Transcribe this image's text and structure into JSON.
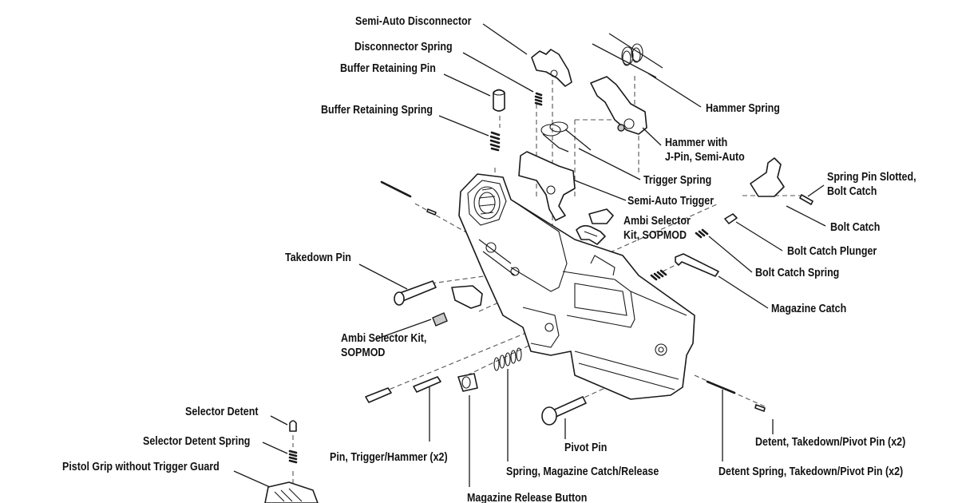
{
  "labels": {
    "semi_auto_disconnector": "Semi-Auto Disconnector",
    "disconnector_spring": "Disconnector Spring",
    "buffer_retaining_pin": "Buffer Retaining Pin",
    "buffer_retaining_spring": "Buffer Retaining Spring",
    "hammer_spring": "Hammer Spring",
    "hammer_jpin_line1": "Hammer with",
    "hammer_jpin_line2": "J-Pin, Semi-Auto",
    "trigger_spring": "Trigger Spring",
    "semi_auto_trigger": "Semi-Auto Trigger",
    "ambi_selector_top_line1": "Ambi Selector",
    "ambi_selector_top_line2": "Kit, SOPMOD",
    "spring_pin_slotted_line1": "Spring Pin Slotted,",
    "spring_pin_slotted_line2": "Bolt Catch",
    "bolt_catch": "Bolt Catch",
    "bolt_catch_plunger": "Bolt Catch Plunger",
    "bolt_catch_spring": "Bolt Catch Spring",
    "magazine_catch": "Magazine Catch",
    "takedown_pin": "Takedown Pin",
    "ambi_selector_left_line1": "Ambi Selector Kit,",
    "ambi_selector_left_line2": "SOPMOD",
    "selector_detent": "Selector Detent",
    "selector_detent_spring": "Selector Detent Spring",
    "pistol_grip": "Pistol Grip without Trigger Guard",
    "pin_trigger_hammer": "Pin, Trigger/Hammer (x2)",
    "pivot_pin": "Pivot Pin",
    "spring_magazine_catch": "Spring, Magazine Catch/Release",
    "detent_takedown_pivot": "Detent, Takedown/Pivot Pin (x2)",
    "detent_spring_takedown_pivot": "Detent Spring, Takedown/Pivot Pin (x2)",
    "magazine_release_button": "Magazine Release Button"
  }
}
